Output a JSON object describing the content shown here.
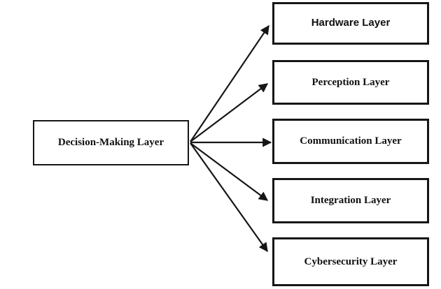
{
  "diagram": {
    "source": {
      "label": "Decision-Making Layer"
    },
    "targets": [
      {
        "label": "Hardware Layer"
      },
      {
        "label": "Perception Layer"
      },
      {
        "label": "Communication Layer"
      },
      {
        "label": "Integration Layer"
      },
      {
        "label": "Cybersecurity Layer"
      }
    ],
    "connections": [
      {
        "from": "Decision-Making Layer",
        "to": "Hardware Layer"
      },
      {
        "from": "Decision-Making Layer",
        "to": "Perception Layer"
      },
      {
        "from": "Decision-Making Layer",
        "to": "Communication Layer"
      },
      {
        "from": "Decision-Making Layer",
        "to": "Integration Layer"
      },
      {
        "from": "Decision-Making Layer",
        "to": "Cybersecurity Layer"
      }
    ],
    "colors": {
      "background": "#ffffff",
      "box_fill": "#ffffff",
      "box_border": "#161616",
      "arrow": "#161616",
      "text": "#111111"
    }
  }
}
